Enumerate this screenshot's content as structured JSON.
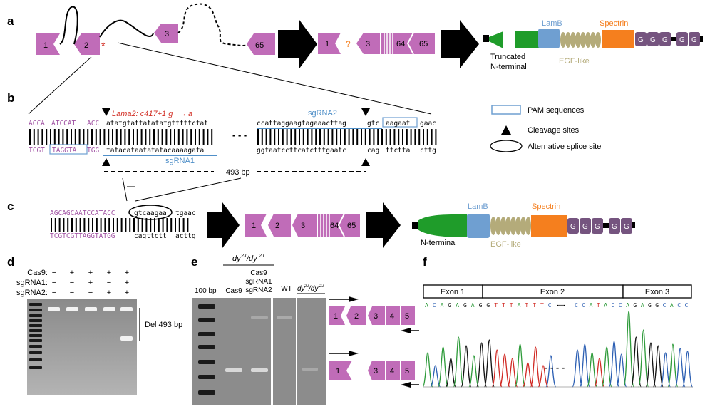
{
  "panels": {
    "a": "a",
    "b": "b",
    "c": "c",
    "d": "d",
    "e": "e",
    "f": "f"
  },
  "colors": {
    "exon": "#c06cb8",
    "green": "#1f9c2a",
    "lamb": "#6f9fd1",
    "egf": "#b4ab7a",
    "spectrin": "#f57f1e",
    "g_domain": "#75547f",
    "red": "#d22f25",
    "pam": "#6f9fd1",
    "guide": "#4f8fc8",
    "magenta_seq": "#a255a5"
  },
  "panel_a": {
    "exons_gene": [
      "1",
      "2",
      "3",
      "65"
    ],
    "asterisk": "*",
    "exons_transcript": [
      "1",
      "?",
      "3",
      "64",
      "65"
    ],
    "truncated_label": [
      "Truncated",
      "N-terminal"
    ],
    "domains": {
      "lamb": "LamB",
      "spectrin": "Spectrin",
      "egf": "EGF-like",
      "g": [
        "G",
        "G",
        "G",
        "G",
        "G"
      ]
    }
  },
  "panel_b": {
    "mutation": "Lama2: c417+1 g",
    "mutation_to": "a",
    "left_top_magenta": [
      "AGCA",
      "ATCCAT",
      "ACC"
    ],
    "left_top_black": "atatgtattatatatgtttttctat",
    "left_bot_magenta": [
      "TCGT",
      "TAGGTA",
      "TGG"
    ],
    "left_bot_black": "tatacataatatatacaaaagata",
    "right_top_a": "ccattaggaagtagaaacttag",
    "right_top_b": "gtc",
    "right_top_c": "aagaat",
    "right_top_d": "gaac",
    "right_bot": [
      "ggtaatccttcatctttgaatc",
      "cag",
      "ttctta",
      "cttg"
    ],
    "sgRNA1": "sgRNA1",
    "sgRNA2": "sgRNA2",
    "bp_label": "493 bp",
    "legend": [
      "PAM sequences",
      "Cleavage sites",
      "Alternative splice site"
    ]
  },
  "panel_c": {
    "top_magenta": "AGCAGCAATCCATACC",
    "top_oval": "gtcaagaa",
    "top_end": "tgaac",
    "bot_magenta": "TCGTCGTTAGGTATGG",
    "bot_a": "cagttctt",
    "bot_b": "acttg",
    "exons": [
      "1",
      "2",
      "3",
      "64",
      "65"
    ],
    "domains": {
      "lamb": "LamB",
      "spectrin": "Spectrin",
      "egf": "EGF-like",
      "g": [
        "G",
        "G",
        "G",
        "G",
        "G"
      ]
    },
    "nterm_label": "N-terminal"
  },
  "panel_d": {
    "row_labels": [
      "Cas9:",
      "sgRNA1:",
      "sgRNA2:"
    ],
    "signs": [
      [
        "−",
        "+",
        "+",
        "+",
        "+"
      ],
      [
        "−",
        "−",
        "+",
        "−",
        "+"
      ],
      [
        "−",
        "−",
        "−",
        "+",
        "+"
      ]
    ],
    "del_label": "Del 493 bp"
  },
  "panel_e": {
    "header_geno": "dy",
    "header_sup": "2J",
    "header_slash": "/dy",
    "lanes": {
      "ladder": "100 bp",
      "cas9": "Cas9",
      "combo": [
        "Cas9",
        "sgRNA1",
        "sgRNA2"
      ],
      "wt": "WT"
    },
    "product1_exons": [
      "1",
      "2",
      "3",
      "4",
      "5"
    ],
    "product2_exons": [
      "1",
      "3",
      "4",
      "5"
    ]
  },
  "panel_f": {
    "exon_headers": [
      "Exon 1",
      "Exon 2",
      "Exon 3"
    ],
    "bases_left": [
      "A",
      "C",
      "A",
      "G",
      "A",
      "G",
      "A",
      "G",
      "G",
      "T",
      "T",
      "T",
      "A",
      "T",
      "T",
      "T",
      "C"
    ],
    "bases_right": [
      "C",
      "C",
      "A",
      "T",
      "A",
      "C",
      "C",
      "A",
      "G",
      "A",
      "G",
      "G",
      "C",
      "A",
      "C",
      "C"
    ],
    "dash": "----"
  }
}
